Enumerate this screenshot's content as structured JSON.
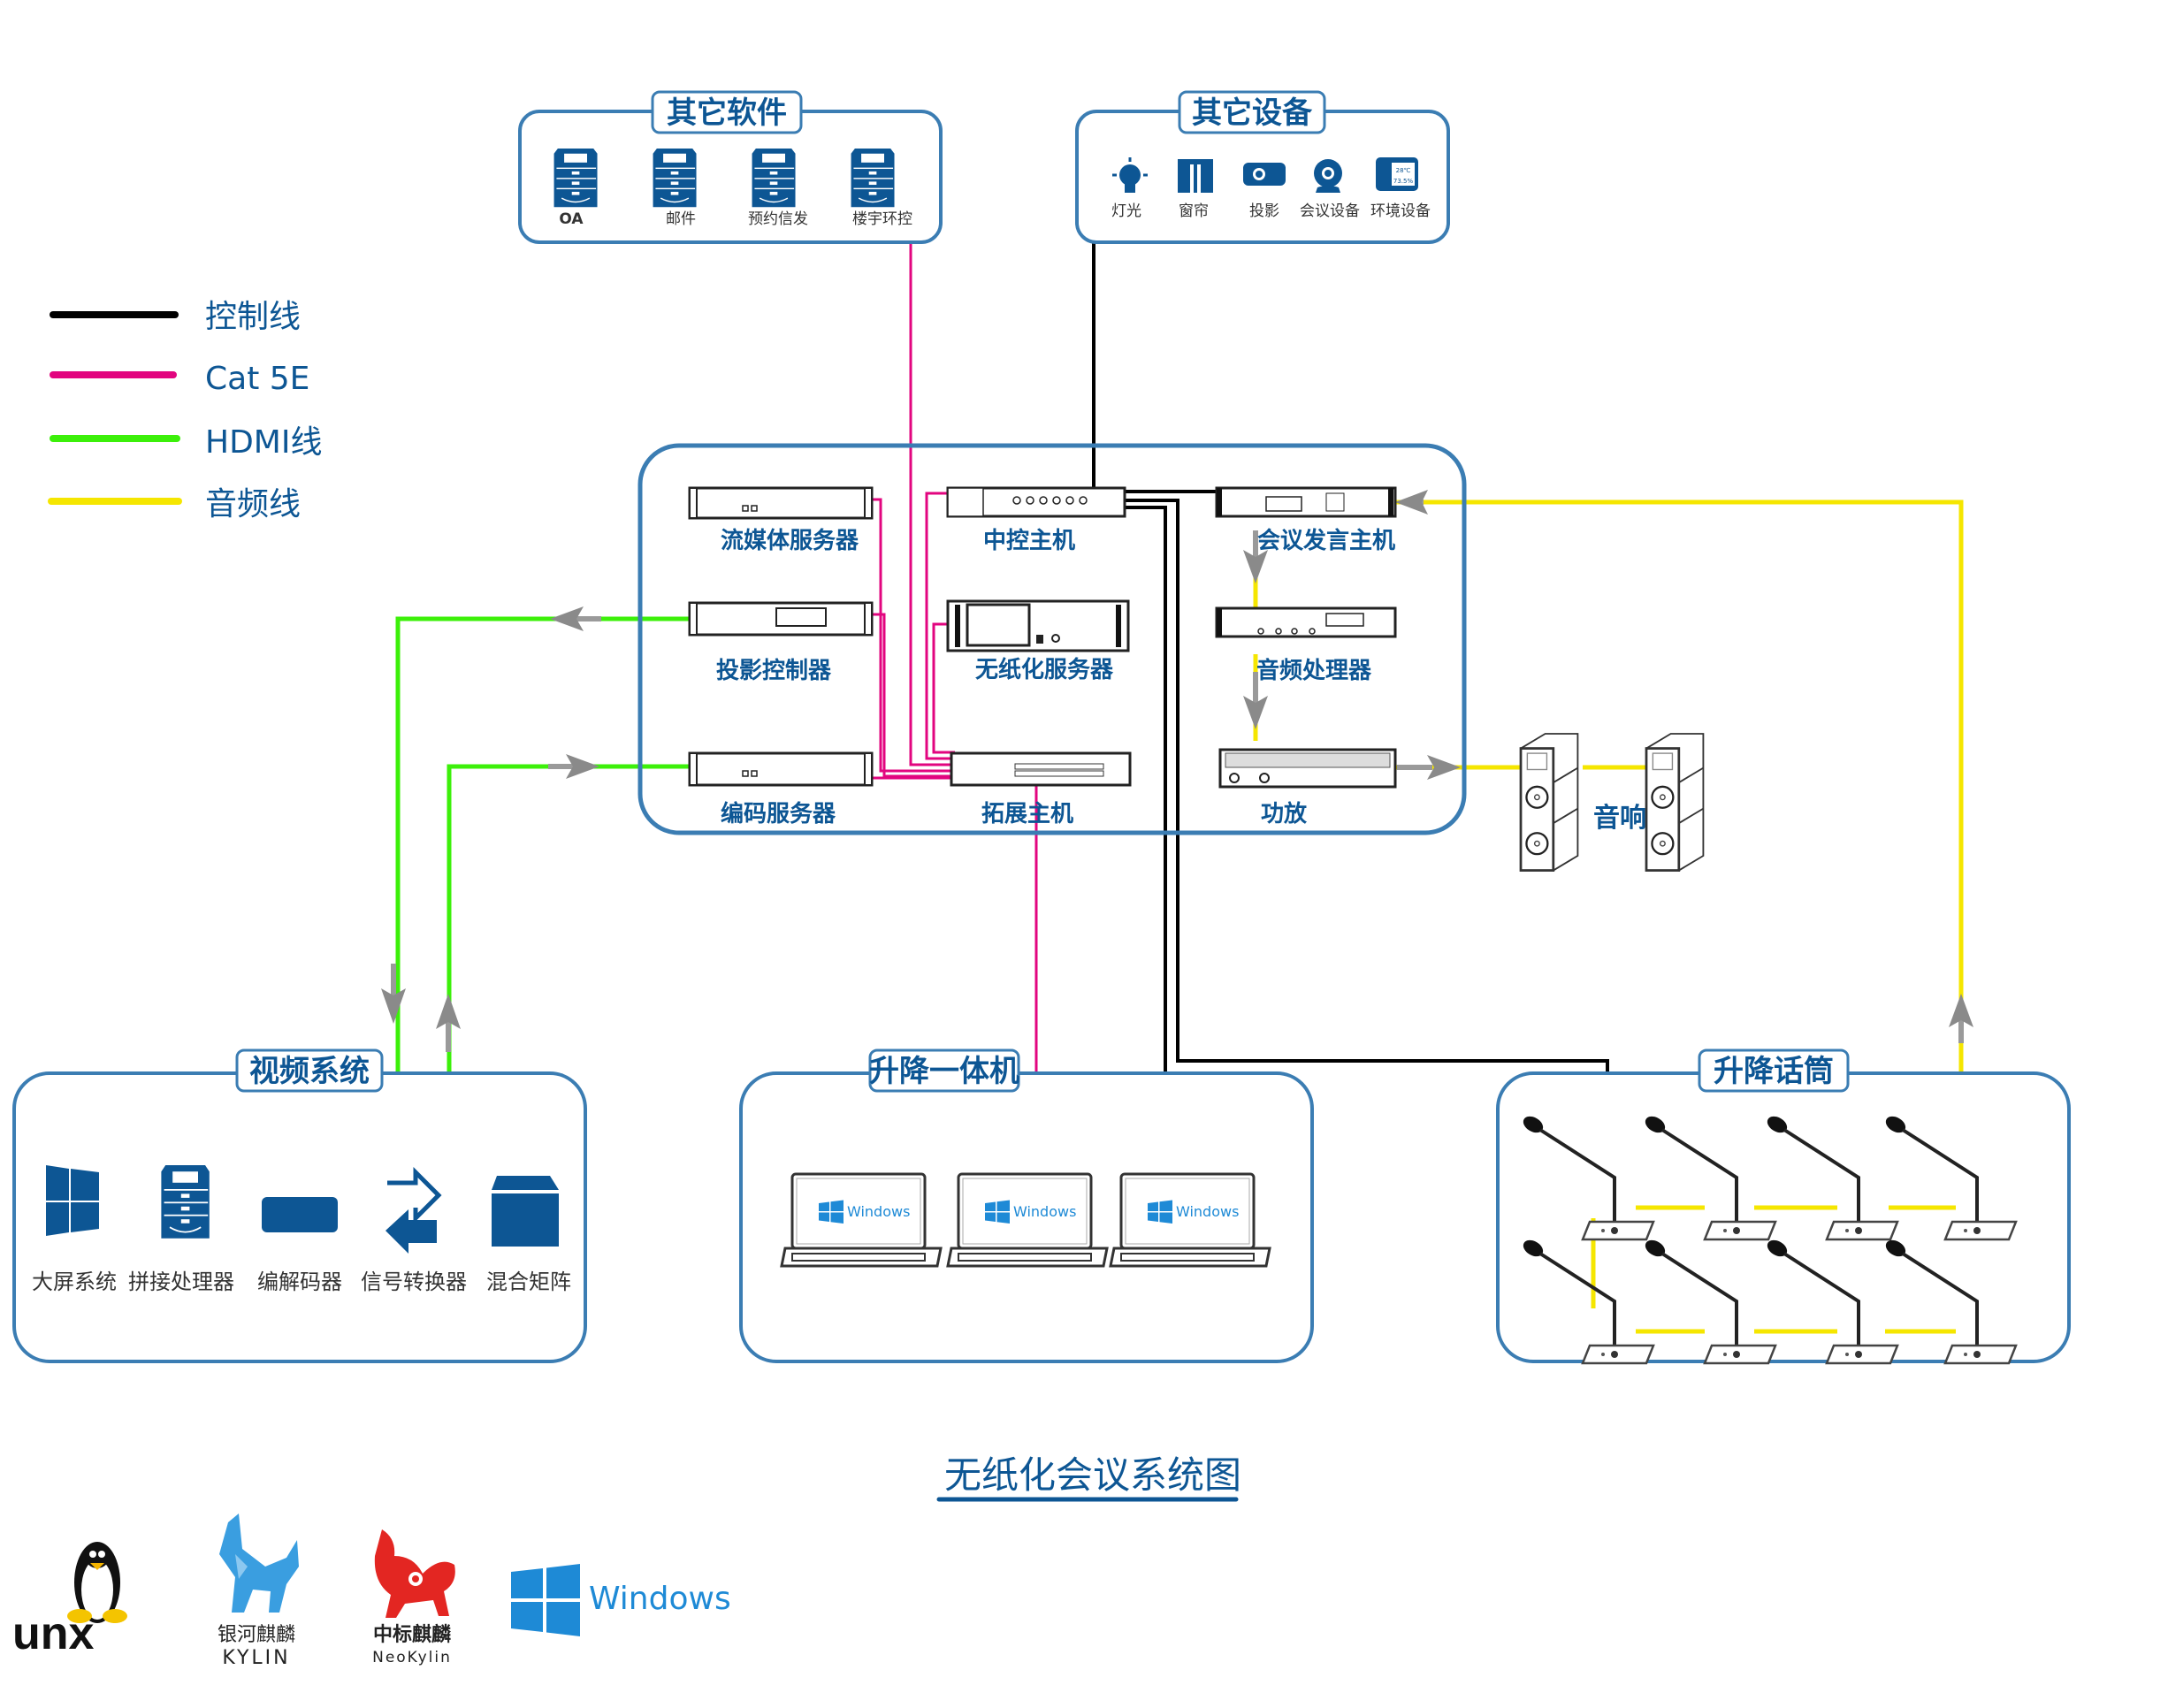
{
  "title": "无纸化会议系统图",
  "legend": [
    {
      "label": "控制线",
      "color": "#000000"
    },
    {
      "label": "Cat 5E",
      "color": "#e2057f"
    },
    {
      "label": "HDMI线",
      "color": "#3cf00a"
    },
    {
      "label": "音频线",
      "color": "#f5e600"
    }
  ],
  "groups": {
    "software": {
      "title": "其它软件",
      "items": [
        "OA",
        "邮件",
        "预约信发",
        "楼宇环控"
      ]
    },
    "devices": {
      "title": "其它设备",
      "items": [
        "灯光",
        "窗帘",
        "投影",
        "会议设备",
        "环境设备"
      ],
      "env_readout": {
        "temp": "28℃",
        "humidity": "73.5%"
      }
    },
    "video": {
      "title": "视频系统",
      "items": [
        "大屏系统",
        "拼接处理器",
        "编解码器",
        "信号转换器",
        "混合矩阵"
      ]
    },
    "terminals": {
      "title": "升降一体机",
      "items": [
        "Windows",
        "Windows",
        "Windows"
      ]
    },
    "mics": {
      "title": "升降话筒",
      "count": 8
    }
  },
  "core": {
    "streaming": "流媒体服务器",
    "projector_ctrl": "投影控制器",
    "encoder": "编码服务器",
    "central": "中控主机",
    "paperless": "无纸化服务器",
    "expansion": "拓展主机",
    "conference_host": "会议发言主机",
    "audio_processor": "音频处理器",
    "amplifier": "功放"
  },
  "speakers": {
    "label": "音响"
  },
  "os_logos": [
    {
      "name": "unx"
    },
    {
      "name": "银河麒麟",
      "sub": "KYLIN"
    },
    {
      "name": "中标麒麟",
      "sub": "NeoKylin"
    },
    {
      "name": "Windows"
    }
  ]
}
